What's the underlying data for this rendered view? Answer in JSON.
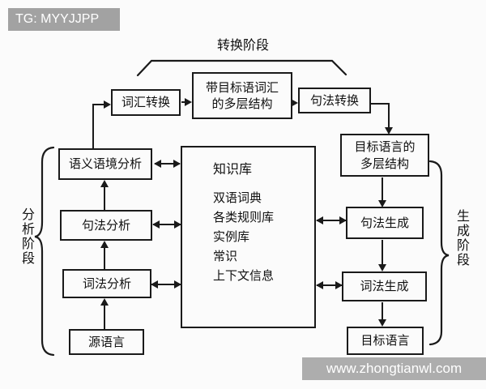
{
  "colors": {
    "line": "#1a1a1a",
    "background": "#fbfbfb",
    "badge_bg": "#a2a2a2",
    "watermark_bg": "#adadad",
    "overlay_text": "#ffffff"
  },
  "badge": {
    "text": "TG: MYYJJPP"
  },
  "watermark": {
    "text": "www.zhongtianwl.com"
  },
  "diagram": {
    "phase_labels": {
      "transfer": "转换阶段",
      "analysis": "分析阶段",
      "generation": "生成阶段"
    },
    "transfer_row": {
      "lexical_transfer": "词汇转换",
      "multilayer_with_target_lexicon": [
        "带目标语词汇",
        "的多层结构"
      ],
      "syntactic_transfer": "句法转换"
    },
    "analysis_column": {
      "semantic_context_analysis": "语义语境分析",
      "syntactic_analysis": "句法分析",
      "lexical_analysis": "词法分析",
      "source_language": "源语言"
    },
    "generation_column": {
      "target_multilayer": [
        "目标语言的",
        "多层结构"
      ],
      "syntactic_generation": "句法生成",
      "lexical_generation": "词法生成",
      "target_language": "目标语言"
    },
    "knowledge_base": {
      "title": "知识库",
      "items": [
        "双语词典",
        "各类规则库",
        "实例库",
        "常识",
        "上下文信息"
      ]
    }
  }
}
